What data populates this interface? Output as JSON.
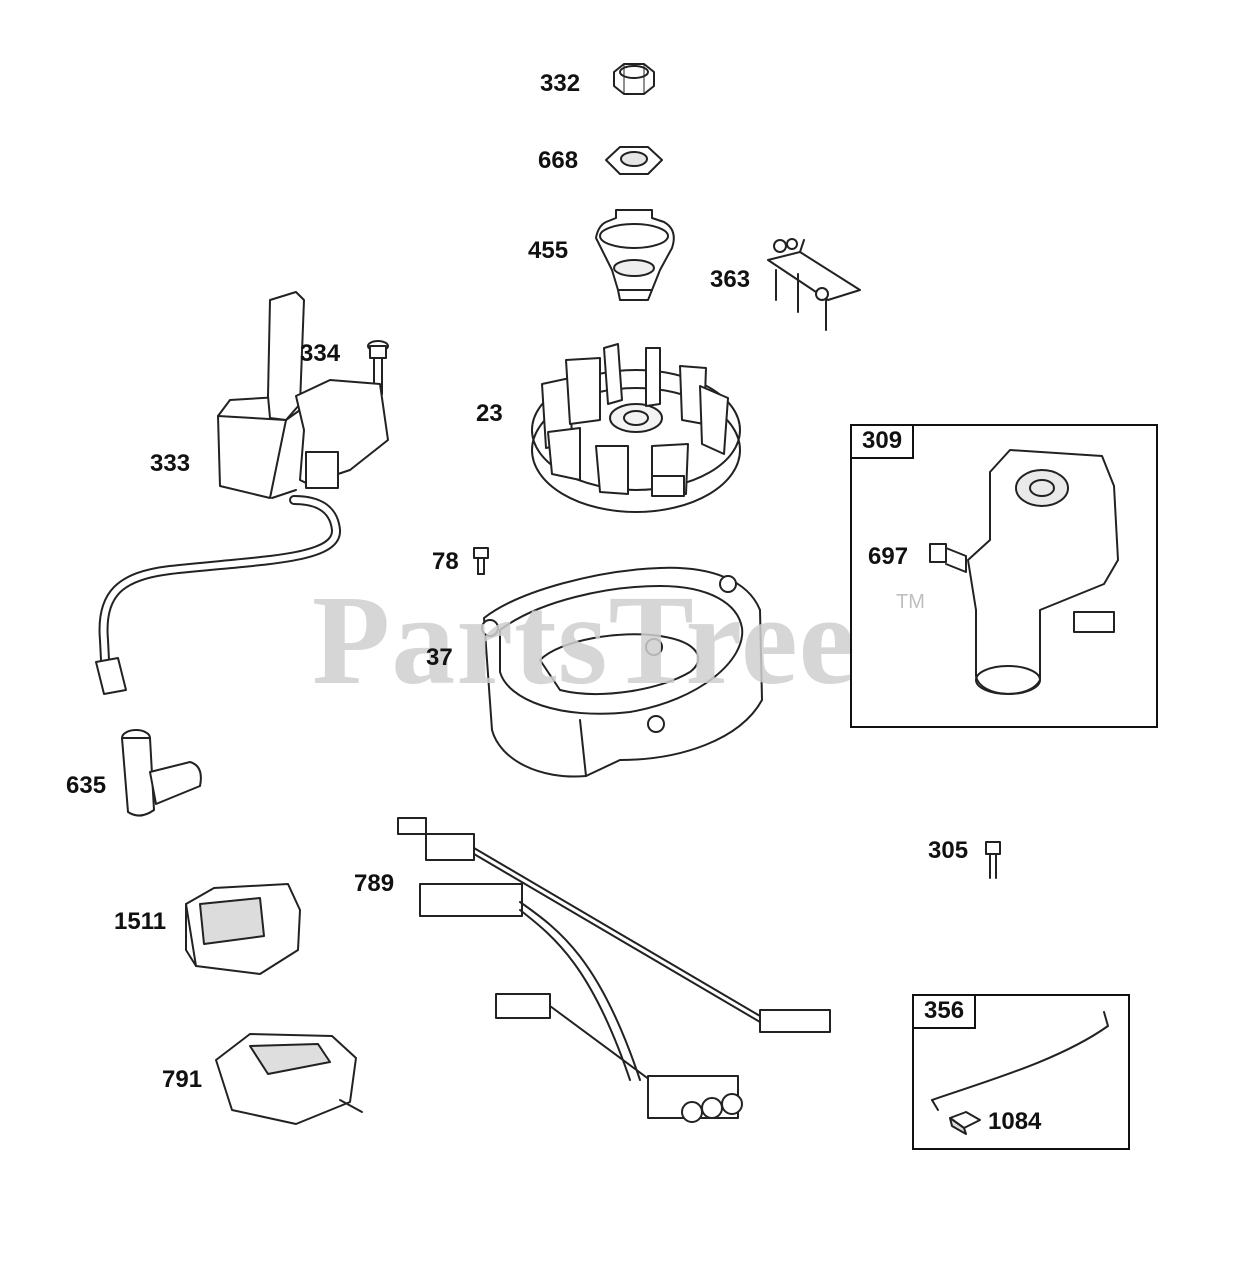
{
  "watermark": {
    "text": "PartsTree",
    "tm": "TM"
  },
  "callouts": {
    "p332": "332",
    "p668": "668",
    "p455": "455",
    "p363": "363",
    "p334": "334",
    "p23": "23",
    "p333": "333",
    "p78": "78",
    "p37": "37",
    "p635": "635",
    "p789": "789",
    "p305": "305",
    "p1511": "1511",
    "p791": "791",
    "p697": "697",
    "p1084": "1084"
  },
  "boxes": {
    "starter": {
      "label": "309"
    },
    "wire": {
      "label": "356"
    }
  }
}
